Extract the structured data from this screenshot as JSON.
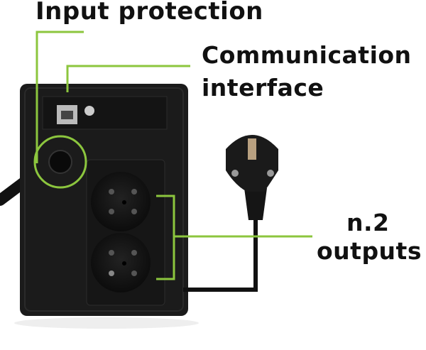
{
  "labels": {
    "input_protection": "Input protection",
    "communication_line1": "Communication",
    "communication_line2": "interface",
    "outputs_line1": "n.2",
    "outputs_line2": "outputs"
  },
  "colors": {
    "accent": "#8cc63e",
    "device": "#1b1b1b"
  }
}
